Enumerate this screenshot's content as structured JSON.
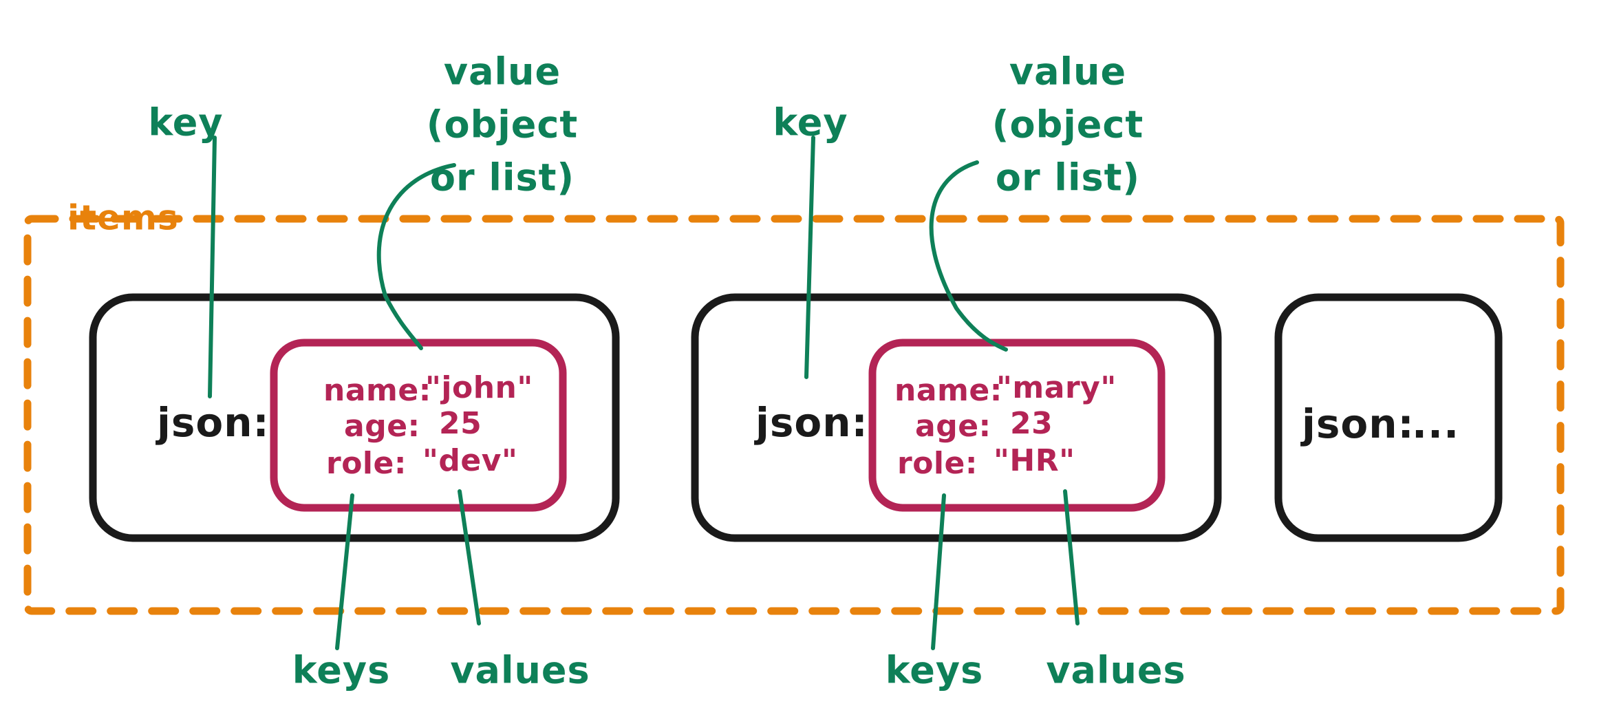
{
  "diagram": {
    "title": "items",
    "container_label": "items",
    "colors": {
      "accent_orange": "#E8820C",
      "annotation_green": "#0E8058",
      "card_magenta": "#B32455",
      "outline_black": "#1A1A1A",
      "background": "#FFFFFF"
    },
    "annotations": {
      "key_label": "key",
      "value_label_line1": "value",
      "value_label_line2": "(object",
      "value_label_line3": "or list)",
      "keys_label": "keys",
      "values_label": "values"
    },
    "items": [
      {
        "id": "item-1",
        "json_label": "json:",
        "ellipsis": "",
        "pairs": [
          {
            "key": "name:",
            "value": "\"john\""
          },
          {
            "key": "age:",
            "value": "25"
          },
          {
            "key": "role:",
            "value": "\"dev\""
          }
        ],
        "annotations": {
          "key_label": "key",
          "value_label_line1": "value",
          "value_label_line2": "(object",
          "value_label_line3": "or list)",
          "keys_label": "keys",
          "values_label": "values"
        }
      },
      {
        "id": "item-2",
        "json_label": "json:",
        "ellipsis": "",
        "pairs": [
          {
            "key": "name:",
            "value": "\"mary\""
          },
          {
            "key": "age:",
            "value": "23"
          },
          {
            "key": "role:",
            "value": "\"HR\""
          }
        ],
        "annotations": {
          "key_label": "key",
          "value_label_line1": "value",
          "value_label_line2": "(object",
          "value_label_line3": "or list)",
          "keys_label": "keys",
          "values_label": "values"
        }
      },
      {
        "id": "item-3",
        "json_label": "json:",
        "ellipsis": "...",
        "pairs": [],
        "annotations": {}
      }
    ]
  }
}
